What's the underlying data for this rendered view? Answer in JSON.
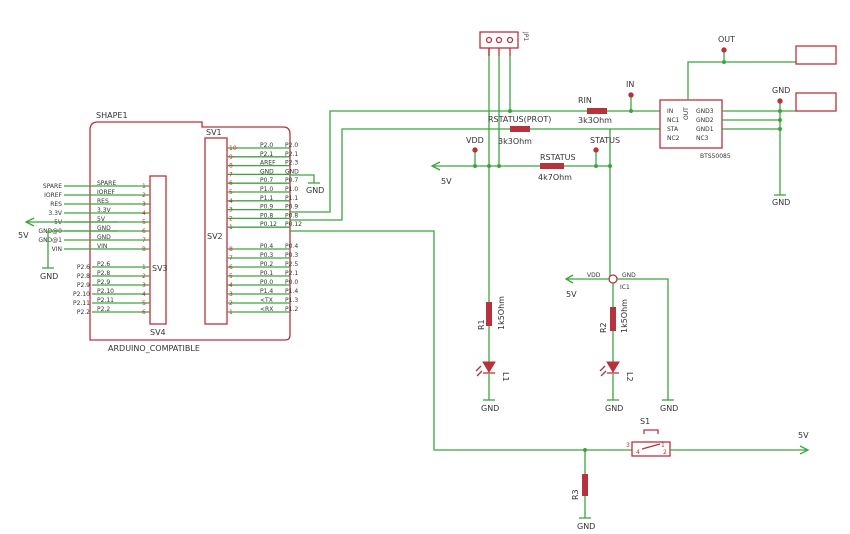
{
  "labels": {
    "shape1": "SHAPE1",
    "arduino": "ARDUINO_COMPATIBLE",
    "sv1": "SV1",
    "sv2": "SV2",
    "sv3": "SV3",
    "sv4": "SV4",
    "jp1": "JP1",
    "vdd": "VDD",
    "status": "STATUS",
    "rin": "RIN",
    "rin_val": "3k3Ohm",
    "rstatus_prot": "RSTATUS(PROT)",
    "rstatus_prot_val": "3k3Ohm",
    "rstatus": "RSTATUS",
    "rstatus_val": "4k7Ohm",
    "in": "IN",
    "out": "OUT",
    "gnd": "GND",
    "v5": "5V",
    "ic_part": "BTS50085",
    "ic_out": "OUT",
    "r1": "R1",
    "r1_val": "1k5Ohm",
    "r2": "R2",
    "r2_val": "1k5Ohm",
    "r3": "R3",
    "l1": "L1",
    "l2": "L2",
    "s1": "S1",
    "ic1": "IC1",
    "ic1_vdd": "VDD",
    "ic1_gnd": "GND"
  },
  "ic_pins_left": [
    "IN",
    "NC1",
    "STA",
    "NC2"
  ],
  "ic_pins_right": [
    "GND3",
    "GND2",
    "GND1",
    "NC3"
  ],
  "sv4_left_labels": [
    "SPARE",
    "IOREF",
    "RES",
    "3.3V",
    "5V",
    "GND@0",
    "GND@1",
    "VIN"
  ],
  "sv4_pin_names": [
    "SPARE",
    "IOREF",
    "RES",
    "3.3V",
    "5V",
    "GND",
    "GND",
    "VIN"
  ],
  "sv4_nums": [
    "1",
    "2",
    "3",
    "4",
    "5",
    "6",
    "7",
    "8"
  ],
  "sv3_left_labels": [
    "P2.6",
    "P2.8",
    "P2.9",
    "P2.10",
    "P2.11",
    "P2.2"
  ],
  "sv3_pin_names": [
    "P2.6",
    "P2.8",
    "P2.9",
    "P2.10",
    "P2.11",
    "P2.2"
  ],
  "sv3_nums": [
    "1",
    "2",
    "3",
    "4",
    "5",
    "6"
  ],
  "sv1_nums": [
    "10",
    "9",
    "8",
    "7",
    "6",
    "5",
    "4",
    "3",
    "2",
    "1"
  ],
  "sv1_pin_names": [
    "P2.0",
    "P2.1",
    "AREF",
    "GND",
    "P0.7",
    "P1.0",
    "P1.1",
    "P0.9",
    "P0.8",
    "P0.12"
  ],
  "sv1_right_labels": [
    "P2.0",
    "P2.1",
    "P2.3",
    "GND",
    "P0.7",
    "P1.0",
    "P1.1",
    "P0.9",
    "P0.8",
    "P0.12"
  ],
  "sv2_nums": [
    "8",
    "7",
    "6",
    "5",
    "4",
    "3",
    "2",
    "1"
  ],
  "sv2_pin_names": [
    "P0.4",
    "P0.3",
    "P0.2",
    "P0.1",
    "P0.0",
    "P1.4",
    "<TX",
    "<RX"
  ],
  "sv2_right_labels": [
    "P0.4",
    "P0.3",
    "P2.5",
    "P2.1",
    "P0.0",
    "P1.4",
    "P1.3",
    "P1.2"
  ],
  "s1_pins": [
    "1",
    "2",
    "3",
    "4"
  ],
  "colors": {
    "wire": "#3fa33f",
    "part": "#b8323d",
    "text": "#333333"
  }
}
